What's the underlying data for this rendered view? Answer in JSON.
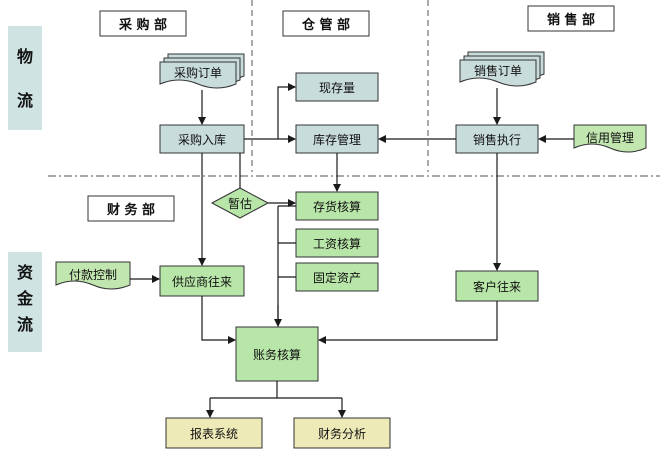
{
  "departments": {
    "purchase": "采 购 部",
    "warehouse": "仓 管 部",
    "sales": "销 售 部",
    "finance": "财 务 部"
  },
  "side_labels": {
    "logistics": [
      "物",
      "流"
    ],
    "cashflow": [
      "资",
      "金",
      "流"
    ]
  },
  "documents": {
    "purchase_order": "采购订单",
    "sales_order": "销售订单",
    "credit_mgmt": "信用管理",
    "payment_ctrl": "付款控制"
  },
  "processes": {
    "current_stock": "现存量",
    "purchase_in": "采购入库",
    "inventory_mgmt": "库存管理",
    "sales_exec": "销售执行",
    "estimate": "暂估",
    "inventory_acct": "存货核算",
    "payroll": "工资核算",
    "fixed_assets": "固定资产",
    "supplier_acct": "供应商往来",
    "customer_acct": "客户往来",
    "ledger": "账务核算",
    "report_system": "报表系统",
    "fin_analysis": "财务分析"
  },
  "colors": {
    "band": "#cfe3e3",
    "band_text": "#1a4a7a",
    "process_fill": "#c9dcdc",
    "finance_fill": "#b8e6a8",
    "document_fill": "#c2e6b0",
    "output_fill": "#eeeab8",
    "line": "#1a1a1a"
  }
}
